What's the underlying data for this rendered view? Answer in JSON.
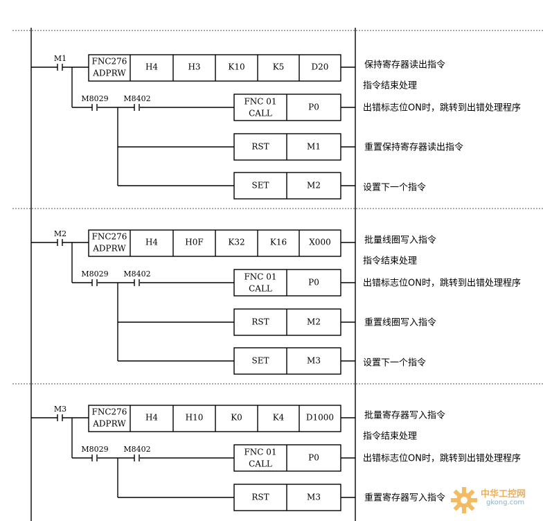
{
  "rungs": [
    {
      "contact": "M1",
      "instr": {
        "line1": "FNC276",
        "line2": "ADPRW"
      },
      "operands": [
        "H4",
        "H3",
        "K10",
        "K5",
        "D20"
      ],
      "comment": "保持寄存器读出指令",
      "sub_comment": "指令结束处理",
      "branch_contacts": [
        "M8029",
        "M8402"
      ],
      "call": {
        "line1": "FNC 01",
        "line2": "CALL",
        "operand": "P0",
        "comment": "出错标志位ON时，跳转到出错处理程序"
      },
      "rst": {
        "label": "RST",
        "operand": "M1",
        "comment": "重置保持寄存器读出指令"
      },
      "set": {
        "label": "SET",
        "operand": "M2",
        "comment": "设置下一个指令"
      }
    },
    {
      "contact": "M2",
      "instr": {
        "line1": "FNC276",
        "line2": "ADPRW"
      },
      "operands": [
        "H4",
        "H0F",
        "K32",
        "K16",
        "X000"
      ],
      "comment": "批量线圈写入指令",
      "sub_comment": "指令结束处理",
      "branch_contacts": [
        "M8029",
        "M8402"
      ],
      "call": {
        "line1": "FNC 01",
        "line2": "CALL",
        "operand": "P0",
        "comment": "出错标志位ON时，跳转到出错处理程序"
      },
      "rst": {
        "label": "RST",
        "operand": "M2",
        "comment": "重置线圈写入指令"
      },
      "set": {
        "label": "SET",
        "operand": "M3",
        "comment": "设置下一个指令"
      }
    },
    {
      "contact": "M3",
      "instr": {
        "line1": "FNC276",
        "line2": "ADPRW"
      },
      "operands": [
        "H4",
        "H10",
        "K0",
        "K4",
        "D1000"
      ],
      "comment": "批量寄存器写入指令",
      "sub_comment": "指令结束处理",
      "branch_contacts": [
        "M8029",
        "M8402"
      ],
      "call": {
        "line1": "FNC 01",
        "line2": "CALL",
        "operand": "P0",
        "comment": "出错标志位ON时，跳转到出错处理程序"
      },
      "rst": {
        "label": "RST",
        "operand": "M3",
        "comment": "重置寄存器写入指令"
      },
      "set": null
    }
  ],
  "watermark": {
    "title": "中华工控网",
    "url": "gkong.com"
  },
  "colors": {
    "line": "#000000",
    "dash": "#555555",
    "watermark_orange": "#e8a23c",
    "watermark_blue": "#6aa7d8"
  }
}
